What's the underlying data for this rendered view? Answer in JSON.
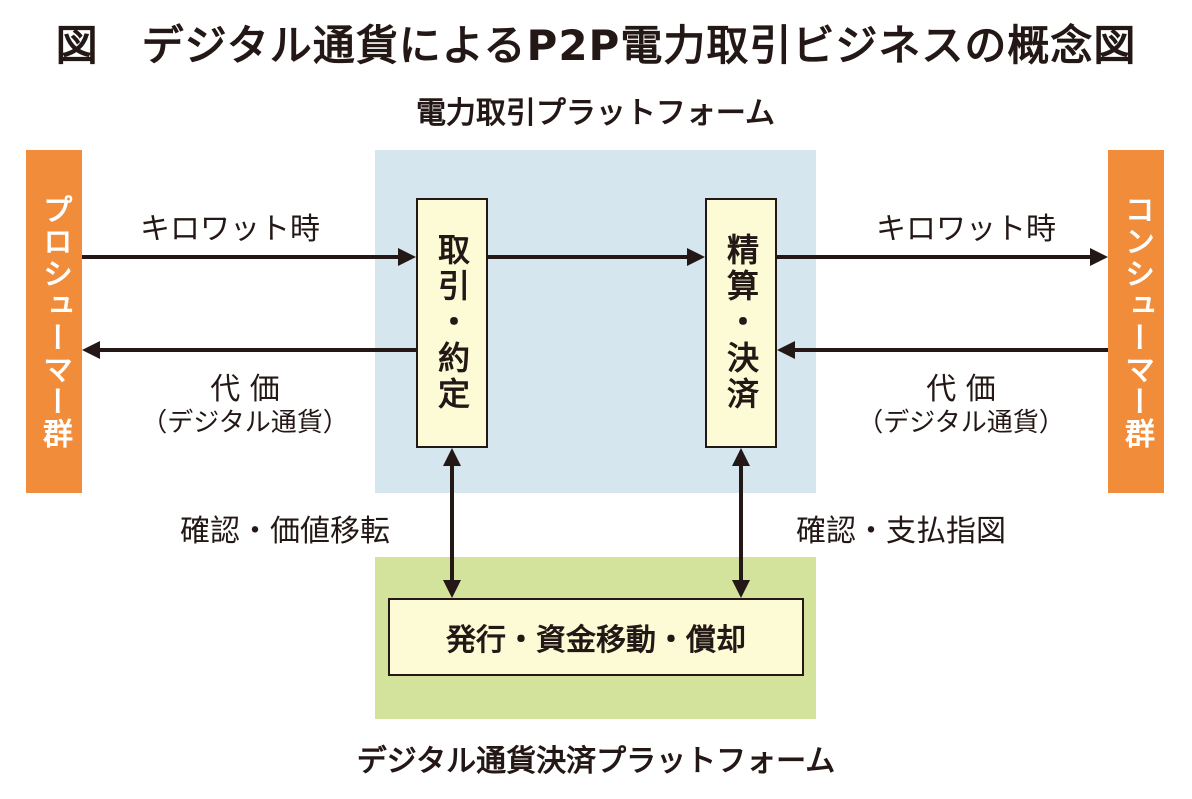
{
  "title": "図　デジタル通貨によるP2P電力取引ビジネスの概念図",
  "power_platform": {
    "label": "電力取引プラットフォーム"
  },
  "currency_platform": {
    "label": "デジタル通貨決済プラットフォーム"
  },
  "producers": {
    "label": "プロシューマー群"
  },
  "consumers": {
    "label": "コンシューマー群"
  },
  "trade_box": {
    "label": "取引・約定"
  },
  "settle_box": {
    "label": "精算・決済"
  },
  "issue_box": {
    "label": "発行・資金移動・償却"
  },
  "flows": {
    "kwh_left": "キロワット時",
    "kwh_right": "キロワット時",
    "price_left": "代 価",
    "price_left_sub": "（デジタル通貨）",
    "price_right": "代 価",
    "price_right_sub": "（デジタル通貨）",
    "confirm_transfer": "確認・価値移転",
    "confirm_payment": "確認・支払指図"
  },
  "colors": {
    "power_platform_bg": "#d5e6ef",
    "currency_platform_bg": "#d4e39c",
    "side_group_bg": "#f08c3a",
    "box_bg": "#fdfbd6",
    "arrow": "#231815"
  }
}
